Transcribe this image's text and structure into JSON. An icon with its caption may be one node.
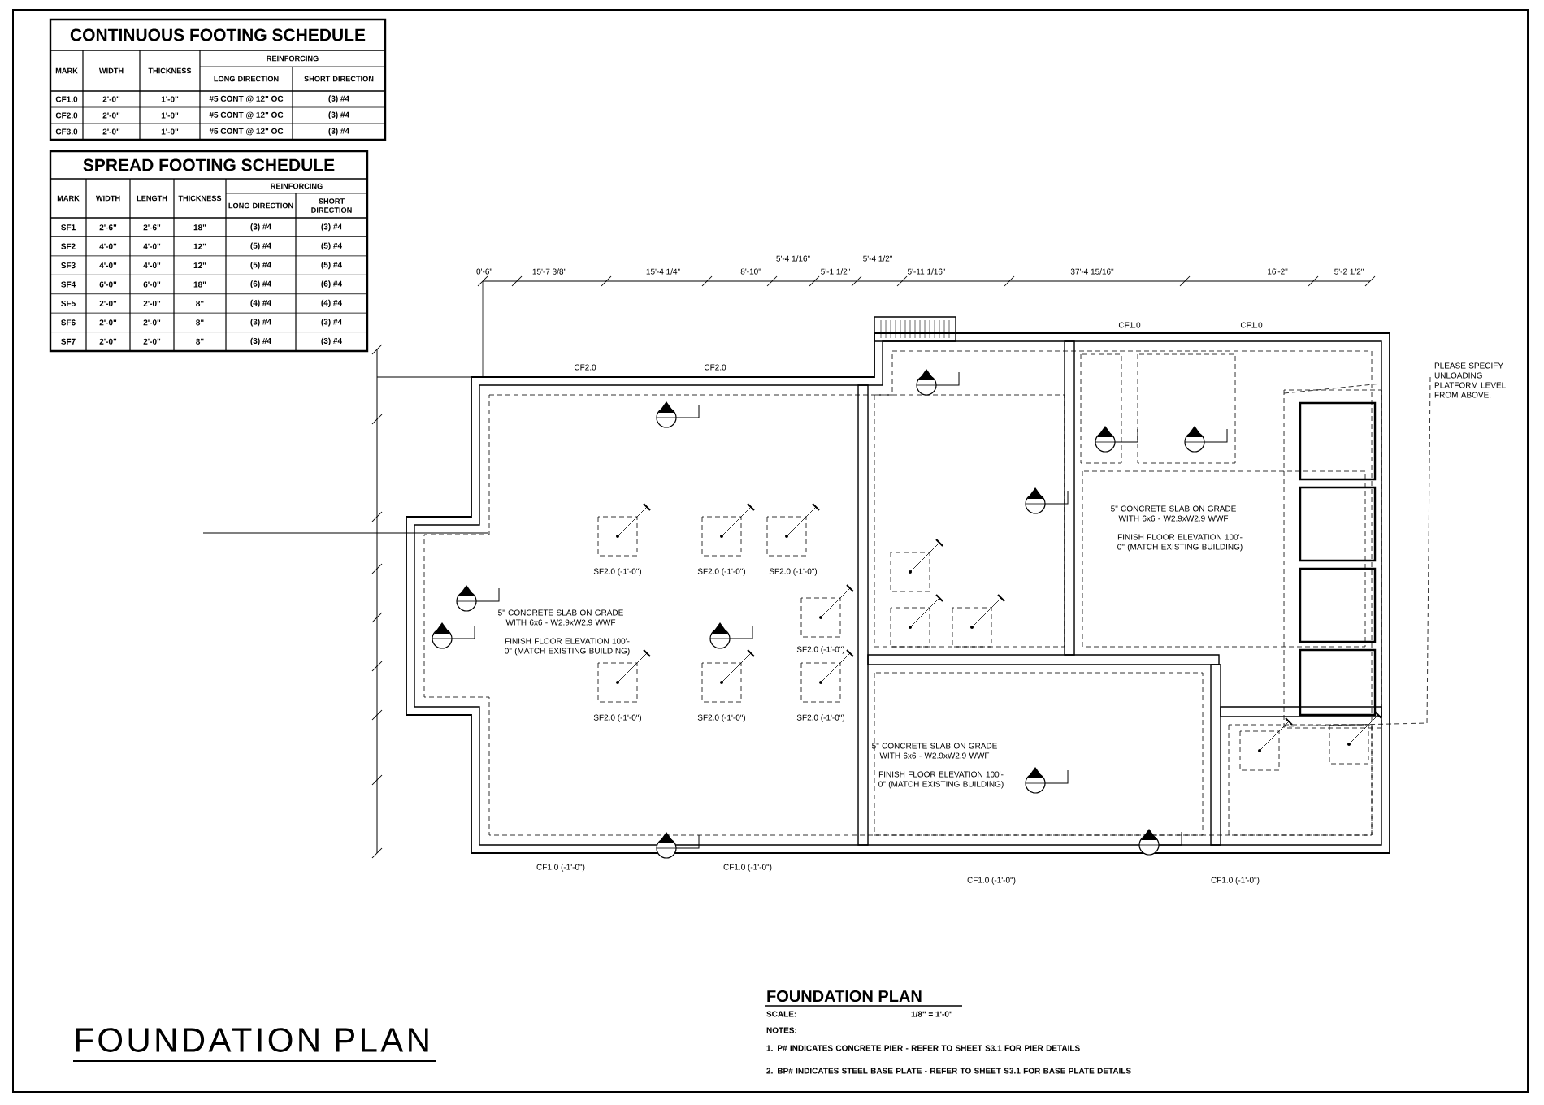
{
  "diagram": {
    "title": "FOUNDATION PLAN",
    "labels": [
      "CONTINUOUS FOOTING SCHEDULE",
      "MARK",
      "WIDTH",
      "THICKNESS",
      "REINFORCING",
      "LONG DIRECTION",
      "SHORT DIRECTION",
      "CF1.0",
      "2'-0\"",
      "1'-0\"",
      "#5 CONT @ 12\" OC",
      "(3) #4",
      "CF2.0",
      "2'-0\"",
      "1'-0\"",
      "#5 CONT @ 12\" OC",
      "(3) #4",
      "CF3.0",
      "2'-0\"",
      "1'-0\"",
      "#5 CONT @ 12\" OC",
      "(3) #4",
      "SPREAD FOOTING SCHEDULE",
      "MARK",
      "WIDTH",
      "LENGTH",
      "THICKNESS",
      "REINFORCING",
      "LONG DIRECTION",
      "SHORT DIRECTION",
      "SF1",
      "2'-6\"",
      "2'-6\"",
      "18\"",
      "(3) #4",
      "(3) #4",
      "SF2",
      "4'-0\"",
      "4'-0\"",
      "12\"",
      "(5) #4",
      "(5) #4",
      "SF3",
      "4'-0\"",
      "4'-0\"",
      "12\"",
      "(5) #4",
      "(5) #4",
      "SF4",
      "6'-0\"",
      "6'-0\"",
      "18\"",
      "(6) #4",
      "(6) #4",
      "SF5",
      "2'-0\"",
      "2'-0\"",
      "8\"",
      "(4) #4",
      "(4) #4",
      "SF6",
      "2'-0\"",
      "2'-0\"",
      "8\"",
      "(3) #4",
      "(3) #4",
      "SF7",
      "2'-0\"",
      "2'-0\"",
      "8\"",
      "(3) #4",
      "(3) #4",
      "0'-6\"",
      "15'-7 3/8\"",
      "15'-4 1/4\"",
      "8'-10\"",
      "5'-4 1/16\"",
      "5'-1 1/2\"",
      "5'-4 1/2\"",
      "5'-11 1/16\"",
      "37'-4 15/16\"",
      "16'-2\"",
      "5'-2 1/2\"",
      "CF2.0",
      "CF2.0",
      "CF1.0",
      "CF1.0",
      "PLEASE SPECIFY UNLOADING PLATFORM LEVEL FROM ABOVE.",
      "SF2.0 (-1'-0\")",
      "SF2.0 (-1'-0\")",
      "SF2.0 (-1'-0\")",
      "SF2.0 (-1'-0\")",
      "SF2.0 (-1'-0\")",
      "SF2.0 (-1'-0\")",
      "SF2.0 (-1'-0\")",
      "5\" CONCRETE SLAB ON GRADE WITH 6x6 - W2.9xW2.9 WWF",
      "FINISH FLOOR ELEVATION 100'-0\" (MATCH EXISTING BUILDING)",
      "5\" CONCRETE SLAB ON GRADE WITH 6x6 - W2.9xW2.9 WWF",
      "FINISH FLOOR ELEVATION 100'-0\" (MATCH EXISTING BUILDING)",
      "5\" CONCRETE SLAB ON GRADE WITH 6x6 - W2.9xW2.9 WWF",
      "FINISH FLOOR ELEVATION 100'-0\" (MATCH EXISTING BUILDING)",
      "CF1.0 (-1'-0\")",
      "CF1.0 (-1'-0\")",
      "CF1.0 (-1'-0\")",
      "CF1.0 (-1'-0\")",
      "FOUNDATION PLAN",
      "SCALE:",
      "1/8\" = 1'-0\"",
      "NOTES:",
      "1. P# INDICATES CONCRETE PIER - REFER TO SHEET S3.1 FOR PIER DETAILS",
      "2. BP# INDICATES STEEL BASE PLATE - REFER TO SHEET S3.1 FOR BASE PLATE DETAILS"
    ]
  }
}
